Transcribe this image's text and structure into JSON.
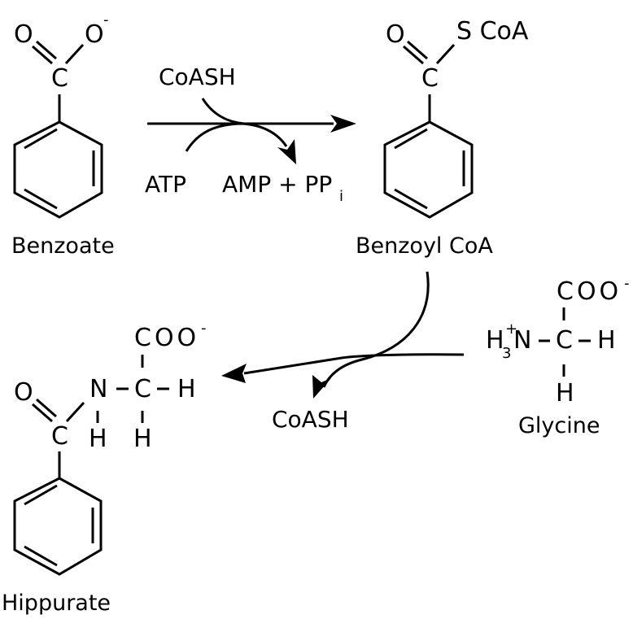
{
  "diagram": {
    "type": "biochemical reaction scheme",
    "colors": {
      "ink": "#000000",
      "background": "#ffffff"
    },
    "molecules": {
      "benzoate": {
        "name": "Benzoate",
        "atoms": {
          "o_double": "O",
          "o_single": "O",
          "charge": "-",
          "carbon": "C"
        }
      },
      "benzoyl_coa": {
        "name": "Benzoyl CoA",
        "atoms": {
          "o_double": "O",
          "substituent": "S CoA",
          "carbon": "C"
        }
      },
      "glycine": {
        "name": "Glycine",
        "atoms": {
          "carboxylate": "COO",
          "charge_minus": "-",
          "amine_h": "H",
          "amine_h_count": "3",
          "amine_n": "N",
          "charge_plus": "+",
          "alpha_c": "C",
          "h_right": "H",
          "h_bottom": "H",
          "dash": "–"
        }
      },
      "hippurate": {
        "name": "Hippurate",
        "atoms": {
          "o_double": "O",
          "carbon": "C",
          "n": "N",
          "n_h": "H",
          "alpha_c": "C",
          "carboxylate": "COO",
          "charge_minus": "-",
          "h_right": "H",
          "h_bottom": "H",
          "dash": "–"
        }
      }
    },
    "reactions": {
      "step1": {
        "cosubstrate_in": "CoASH",
        "energy_in": "ATP",
        "products_out_main": "AMP + PP",
        "products_out_sub": "i"
      },
      "step2": {
        "released": "CoASH"
      }
    }
  }
}
